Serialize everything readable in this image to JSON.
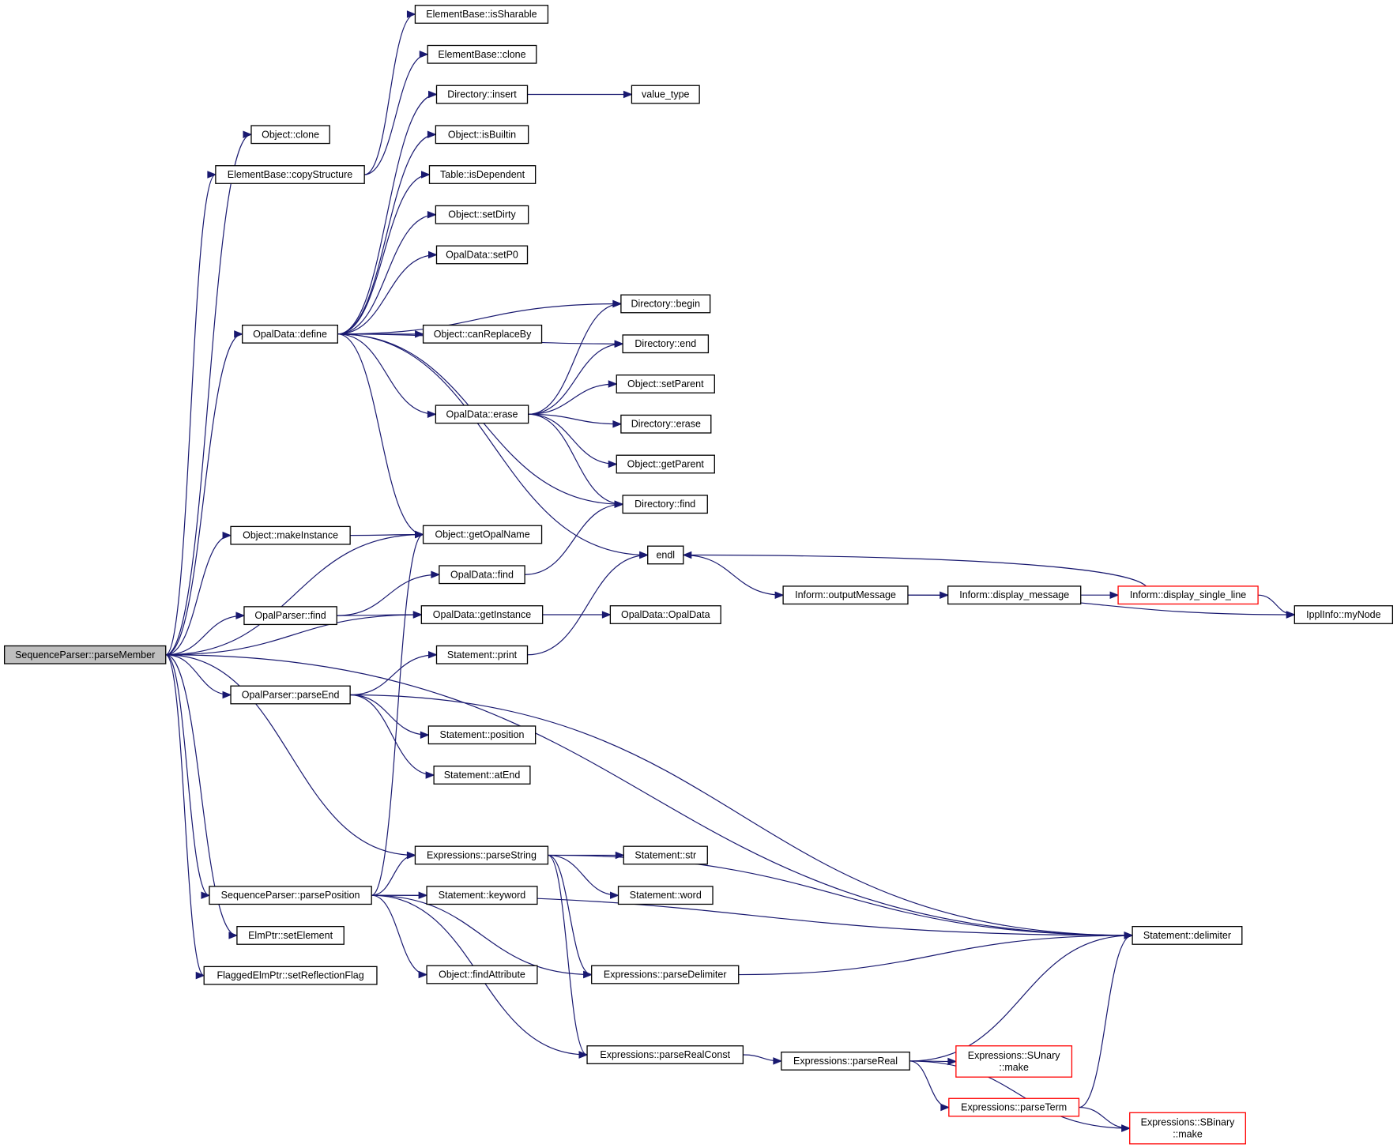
{
  "colors": {
    "edge": "#191970",
    "normal_border": "#000000",
    "truncated_border": "#ff0000",
    "root_fill": "#bfbfbf",
    "node_fill": "#ffffff"
  },
  "nodes": [
    {
      "id": "root",
      "lines": [
        "SequenceParser::parseMember"
      ],
      "style": "root"
    },
    {
      "id": "obj_clone",
      "lines": [
        "Object::clone"
      ],
      "style": "normal"
    },
    {
      "id": "eb_copy",
      "lines": [
        "ElementBase::copyStructure"
      ],
      "style": "normal"
    },
    {
      "id": "od_define",
      "lines": [
        "OpalData::define"
      ],
      "style": "normal"
    },
    {
      "id": "obj_makeinst",
      "lines": [
        "Object::makeInstance"
      ],
      "style": "normal"
    },
    {
      "id": "op_find",
      "lines": [
        "OpalParser::find"
      ],
      "style": "normal"
    },
    {
      "id": "op_parseend",
      "lines": [
        "OpalParser::parseEnd"
      ],
      "style": "normal"
    },
    {
      "id": "sp_parsepos",
      "lines": [
        "SequenceParser::parsePosition"
      ],
      "style": "normal"
    },
    {
      "id": "elm_setel",
      "lines": [
        "ElmPtr::setElement"
      ],
      "style": "normal"
    },
    {
      "id": "felm_setrefl",
      "lines": [
        "FlaggedElmPtr::setReflectionFlag"
      ],
      "style": "normal"
    },
    {
      "id": "eb_issharable",
      "lines": [
        "ElementBase::isSharable"
      ],
      "style": "normal"
    },
    {
      "id": "eb_clone",
      "lines": [
        "ElementBase::clone"
      ],
      "style": "normal"
    },
    {
      "id": "dir_insert",
      "lines": [
        "Directory::insert"
      ],
      "style": "normal"
    },
    {
      "id": "obj_isbuiltin",
      "lines": [
        "Object::isBuiltin"
      ],
      "style": "normal"
    },
    {
      "id": "tbl_isdep",
      "lines": [
        "Table::isDependent"
      ],
      "style": "normal"
    },
    {
      "id": "obj_setdirty",
      "lines": [
        "Object::setDirty"
      ],
      "style": "normal"
    },
    {
      "id": "od_setp0",
      "lines": [
        "OpalData::setP0"
      ],
      "style": "normal"
    },
    {
      "id": "obj_canreplace",
      "lines": [
        "Object::canReplaceBy"
      ],
      "style": "normal"
    },
    {
      "id": "od_erase",
      "lines": [
        "OpalData::erase"
      ],
      "style": "normal"
    },
    {
      "id": "obj_getopal",
      "lines": [
        "Object::getOpalName"
      ],
      "style": "normal"
    },
    {
      "id": "od_find",
      "lines": [
        "OpalData::find"
      ],
      "style": "normal"
    },
    {
      "id": "od_getinst",
      "lines": [
        "OpalData::getInstance"
      ],
      "style": "normal"
    },
    {
      "id": "st_print",
      "lines": [
        "Statement::print"
      ],
      "style": "normal"
    },
    {
      "id": "st_position",
      "lines": [
        "Statement::position"
      ],
      "style": "normal"
    },
    {
      "id": "st_atend",
      "lines": [
        "Statement::atEnd"
      ],
      "style": "normal"
    },
    {
      "id": "ex_parsestring",
      "lines": [
        "Expressions::parseString"
      ],
      "style": "normal"
    },
    {
      "id": "st_keyword",
      "lines": [
        "Statement::keyword"
      ],
      "style": "normal"
    },
    {
      "id": "obj_findattr",
      "lines": [
        "Object::findAttribute"
      ],
      "style": "normal"
    },
    {
      "id": "ex_parsedelim",
      "lines": [
        "Expressions::parseDelimiter"
      ],
      "style": "normal"
    },
    {
      "id": "ex_parserealconst",
      "lines": [
        "Expressions::parseRealConst"
      ],
      "style": "normal"
    },
    {
      "id": "value_type",
      "lines": [
        "value_type"
      ],
      "style": "normal"
    },
    {
      "id": "dir_begin",
      "lines": [
        "Directory::begin"
      ],
      "style": "normal"
    },
    {
      "id": "dir_end",
      "lines": [
        "Directory::end"
      ],
      "style": "normal"
    },
    {
      "id": "obj_setparent",
      "lines": [
        "Object::setParent"
      ],
      "style": "normal"
    },
    {
      "id": "dir_erase",
      "lines": [
        "Directory::erase"
      ],
      "style": "normal"
    },
    {
      "id": "obj_getparent",
      "lines": [
        "Object::getParent"
      ],
      "style": "normal"
    },
    {
      "id": "dir_find",
      "lines": [
        "Directory::find"
      ],
      "style": "normal"
    },
    {
      "id": "endl",
      "lines": [
        "endl"
      ],
      "style": "normal"
    },
    {
      "id": "od_opaldata",
      "lines": [
        "OpalData::OpalData"
      ],
      "style": "normal"
    },
    {
      "id": "st_str",
      "lines": [
        "Statement::str"
      ],
      "style": "normal"
    },
    {
      "id": "st_word",
      "lines": [
        "Statement::word"
      ],
      "style": "normal"
    },
    {
      "id": "inf_output",
      "lines": [
        "Inform::outputMessage"
      ],
      "style": "normal"
    },
    {
      "id": "ex_parsereal",
      "lines": [
        "Expressions::parseReal"
      ],
      "style": "normal"
    },
    {
      "id": "inf_display",
      "lines": [
        "Inform::display_message"
      ],
      "style": "normal"
    },
    {
      "id": "inf_single",
      "lines": [
        "Inform::display_single_line"
      ],
      "style": "truncated"
    },
    {
      "id": "st_delim",
      "lines": [
        "Statement::delimiter"
      ],
      "style": "normal"
    },
    {
      "id": "ex_sunary",
      "lines": [
        "Expressions::SUnary",
        "::make"
      ],
      "style": "truncated"
    },
    {
      "id": "ex_parseterm",
      "lines": [
        "Expressions::parseTerm"
      ],
      "style": "truncated"
    },
    {
      "id": "ex_sbinary",
      "lines": [
        "Expressions::SBinary",
        "::make"
      ],
      "style": "truncated"
    },
    {
      "id": "ippl_mynode",
      "lines": [
        "IpplInfo::myNode"
      ],
      "style": "normal"
    }
  ],
  "edges": [
    {
      "from": "root",
      "to": "obj_clone"
    },
    {
      "from": "root",
      "to": "eb_copy"
    },
    {
      "from": "root",
      "to": "od_define"
    },
    {
      "from": "root",
      "to": "obj_makeinst"
    },
    {
      "from": "root",
      "to": "obj_getopal"
    },
    {
      "from": "root",
      "to": "op_find"
    },
    {
      "from": "root",
      "to": "od_getinst"
    },
    {
      "from": "root",
      "to": "op_parseend"
    },
    {
      "from": "root",
      "to": "st_delim"
    },
    {
      "from": "root",
      "to": "ex_parsestring"
    },
    {
      "from": "root",
      "to": "sp_parsepos"
    },
    {
      "from": "root",
      "to": "elm_setel"
    },
    {
      "from": "root",
      "to": "felm_setrefl"
    },
    {
      "from": "eb_copy",
      "to": "eb_issharable"
    },
    {
      "from": "eb_copy",
      "to": "eb_clone"
    },
    {
      "from": "od_define",
      "to": "dir_insert"
    },
    {
      "from": "od_define",
      "to": "obj_isbuiltin"
    },
    {
      "from": "od_define",
      "to": "tbl_isdep"
    },
    {
      "from": "od_define",
      "to": "obj_setdirty"
    },
    {
      "from": "od_define",
      "to": "od_setp0"
    },
    {
      "from": "od_define",
      "to": "dir_begin"
    },
    {
      "from": "od_define",
      "to": "obj_canreplace"
    },
    {
      "from": "od_define",
      "to": "dir_end"
    },
    {
      "from": "od_define",
      "to": "od_erase"
    },
    {
      "from": "od_define",
      "to": "dir_find"
    },
    {
      "from": "od_define",
      "to": "obj_getopal"
    },
    {
      "from": "od_define",
      "to": "endl"
    },
    {
      "from": "dir_insert",
      "to": "value_type"
    },
    {
      "from": "od_erase",
      "to": "dir_begin"
    },
    {
      "from": "od_erase",
      "to": "dir_end"
    },
    {
      "from": "od_erase",
      "to": "obj_setparent"
    },
    {
      "from": "od_erase",
      "to": "dir_erase"
    },
    {
      "from": "od_erase",
      "to": "obj_getparent"
    },
    {
      "from": "od_erase",
      "to": "dir_find"
    },
    {
      "from": "obj_makeinst",
      "to": "obj_getopal"
    },
    {
      "from": "od_find",
      "to": "dir_find"
    },
    {
      "from": "op_find",
      "to": "od_find"
    },
    {
      "from": "op_find",
      "to": "od_getinst"
    },
    {
      "from": "od_getinst",
      "to": "od_opaldata"
    },
    {
      "from": "st_print",
      "to": "endl"
    },
    {
      "from": "endl",
      "to": "inf_output"
    },
    {
      "from": "inf_output",
      "to": "inf_display"
    },
    {
      "from": "inf_output",
      "to": "ippl_mynode"
    },
    {
      "from": "inf_display",
      "to": "inf_single"
    },
    {
      "from": "inf_single",
      "to": "endl"
    },
    {
      "from": "inf_single",
      "to": "ippl_mynode"
    },
    {
      "from": "op_parseend",
      "to": "st_print"
    },
    {
      "from": "op_parseend",
      "to": "st_delim"
    },
    {
      "from": "op_parseend",
      "to": "st_position"
    },
    {
      "from": "op_parseend",
      "to": "st_atend"
    },
    {
      "from": "ex_parsestring",
      "to": "st_delim"
    },
    {
      "from": "ex_parsestring",
      "to": "st_str"
    },
    {
      "from": "ex_parsestring",
      "to": "st_word"
    },
    {
      "from": "ex_parsestring",
      "to": "ex_parsedelim"
    },
    {
      "from": "ex_parsestring",
      "to": "ex_parserealconst"
    },
    {
      "from": "sp_parsepos",
      "to": "obj_getopal"
    },
    {
      "from": "sp_parsepos",
      "to": "ex_parsestring"
    },
    {
      "from": "sp_parsepos",
      "to": "st_keyword"
    },
    {
      "from": "sp_parsepos",
      "to": "st_delim"
    },
    {
      "from": "sp_parsepos",
      "to": "obj_findattr"
    },
    {
      "from": "sp_parsepos",
      "to": "ex_parsedelim"
    },
    {
      "from": "sp_parsepos",
      "to": "ex_parserealconst"
    },
    {
      "from": "ex_parsedelim",
      "to": "st_delim"
    },
    {
      "from": "ex_parserealconst",
      "to": "ex_parsereal"
    },
    {
      "from": "ex_parsereal",
      "to": "st_delim"
    },
    {
      "from": "ex_parsereal",
      "to": "ex_sunary"
    },
    {
      "from": "ex_parsereal",
      "to": "ex_parseterm"
    },
    {
      "from": "ex_parsereal",
      "to": "ex_sbinary"
    },
    {
      "from": "ex_parseterm",
      "to": "st_delim"
    },
    {
      "from": "ex_parseterm",
      "to": "ex_sbinary"
    }
  ]
}
